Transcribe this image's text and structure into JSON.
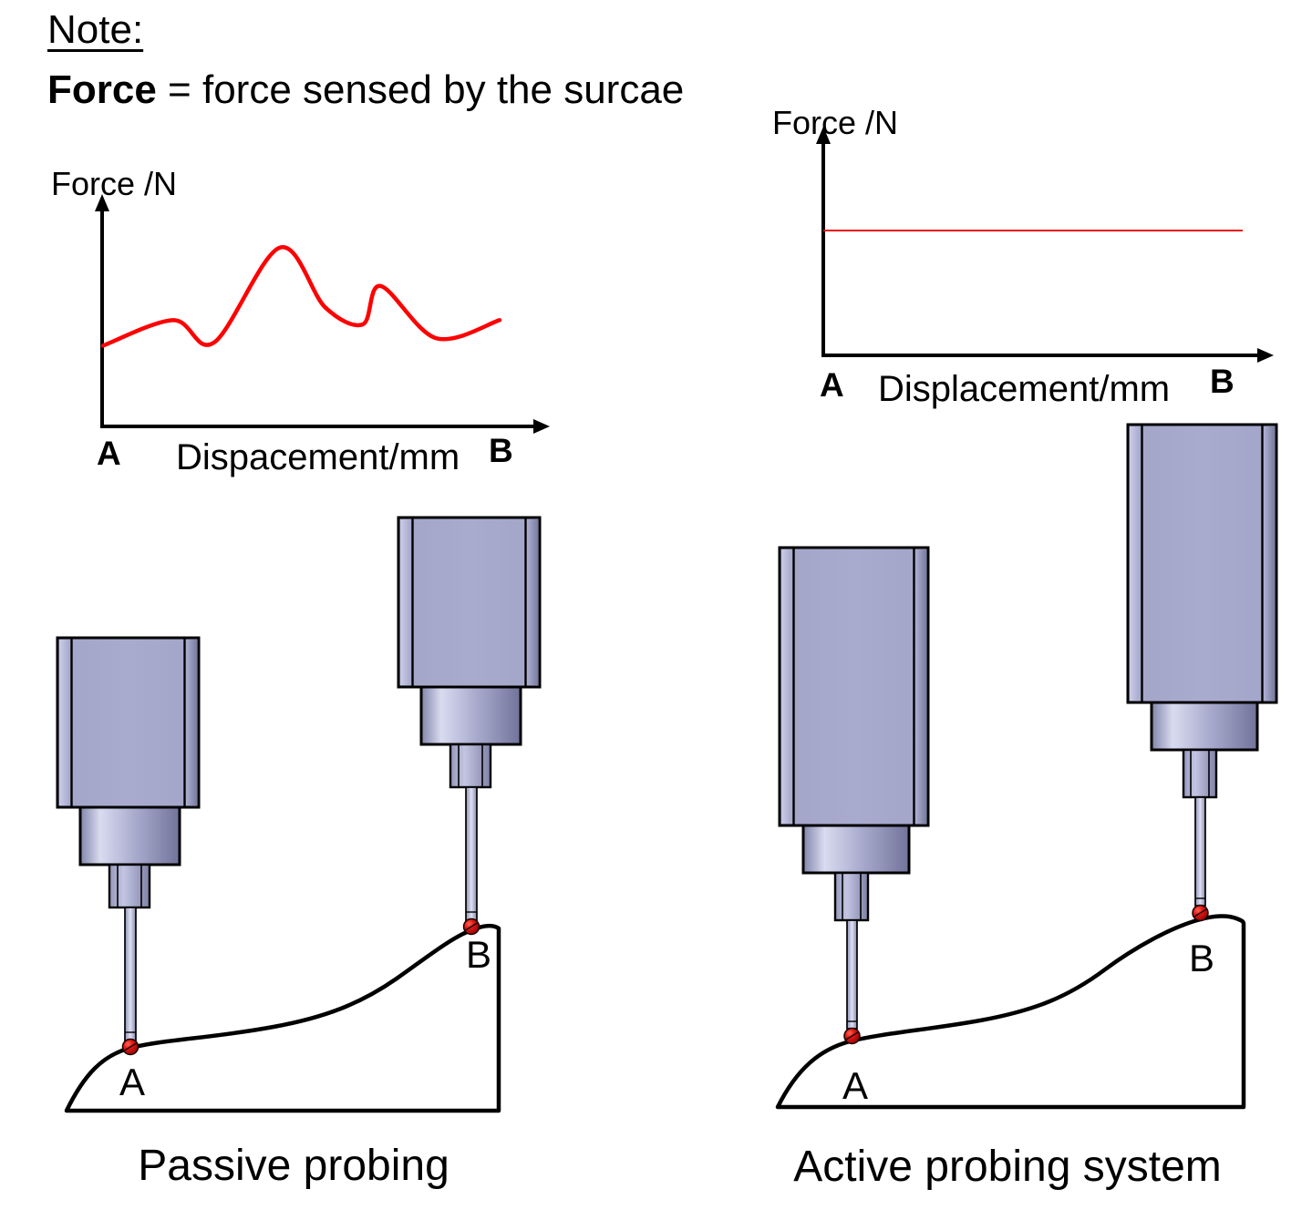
{
  "note": {
    "title": "Note:",
    "term": "Force",
    "definition": " = force sensed by the surcae"
  },
  "chart_data": [
    {
      "id": "passive-force-chart",
      "type": "line",
      "title": "",
      "ylabel": "Force /N",
      "xlabel": "Dispacement/mm",
      "x_start_label": "A",
      "x_end_label": "B",
      "line_color": "#ff0000",
      "legend": "none",
      "grid": false,
      "description": "Fluctuating contact force versus displacement from A to B (passive probing)",
      "points_norm": [
        [
          0,
          0.37
        ],
        [
          0.177,
          0.49
        ],
        [
          0.28,
          0.385
        ],
        [
          0.446,
          0.83
        ],
        [
          0.56,
          0.55
        ],
        [
          0.655,
          0.47
        ],
        [
          0.7,
          0.65
        ],
        [
          0.84,
          0.405
        ],
        [
          1,
          0.49
        ]
      ]
    },
    {
      "id": "active-force-chart",
      "type": "line",
      "title": "",
      "ylabel": "Force /N",
      "xlabel": "Displacement/mm",
      "x_start_label": "A",
      "x_end_label": "B",
      "line_color": "#e81010",
      "legend": "none",
      "grid": false,
      "description": "Constant contact force versus displacement from A to B (active probing)",
      "points_norm": [
        [
          0,
          0.567
        ],
        [
          1,
          0.567
        ]
      ]
    }
  ],
  "figures": {
    "passive": {
      "caption": "Passive probing",
      "label_a": "A",
      "label_b": "B"
    },
    "active": {
      "caption": "Active probing system",
      "label_a": "A",
      "label_b": "B"
    }
  },
  "colors": {
    "curve_red": "#ff0000",
    "probe_body_lavender": "#a7a9cc",
    "probe_tip_red": "#cc1111",
    "ink": "#000000"
  }
}
